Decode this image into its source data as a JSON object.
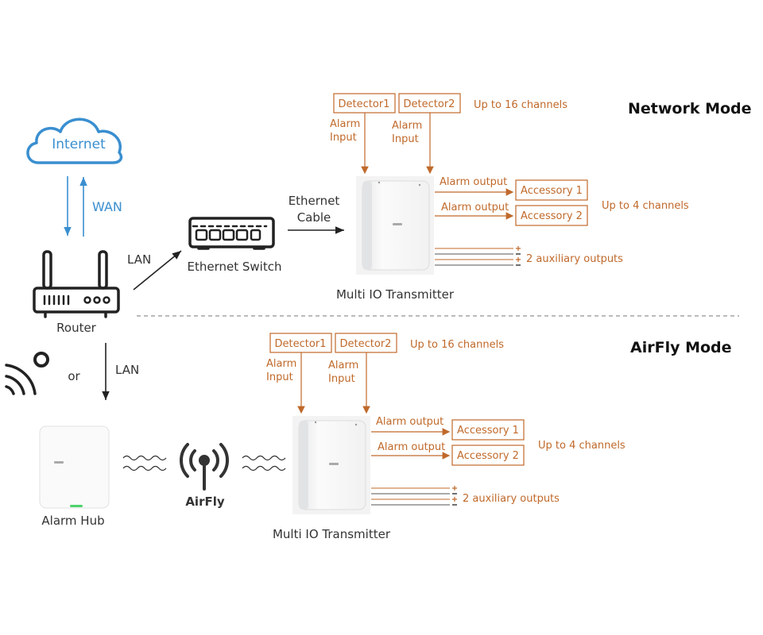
{
  "colors": {
    "accent": "#c0692a",
    "wan": "#3a8fd0",
    "text": "#333333"
  },
  "network": {
    "title": "Network Mode",
    "internet": "Internet",
    "wan": "WAN",
    "router": "Router",
    "lan": "LAN",
    "switch": "Ethernet Switch",
    "cable_line1": "Ethernet",
    "cable_line2": "Cable",
    "detectors": [
      "Detector1",
      "Detector2"
    ],
    "alarm_input_line1": "Alarm",
    "alarm_input_line2": "Input",
    "detector_note": "Up to 16 channels",
    "alarm_output": "Alarm output",
    "accessories": [
      "Accessory 1",
      "Accessory 2"
    ],
    "accessory_note": "Up to 4 channels",
    "aux_note": "2 auxiliary outputs",
    "device": "Multi IO Transmitter"
  },
  "airfly": {
    "title": "AirFly Mode",
    "lan": "LAN",
    "or": "or",
    "hub": "Alarm Hub",
    "airfly": "AirFly",
    "detectors": [
      "Detector1",
      "Detector2"
    ],
    "alarm_input_line1": "Alarm",
    "alarm_input_line2": "Input",
    "detector_note": "Up to 16 channels",
    "alarm_output": "Alarm output",
    "accessories": [
      "Accessory 1",
      "Accessory 2"
    ],
    "accessory_note": "Up to 4 channels",
    "aux_note": "2 auxiliary outputs",
    "device": "Multi IO Transmitter"
  },
  "icons": [
    "cloud-icon",
    "router-icon",
    "ethernet-switch-icon",
    "wireless-signal-icon",
    "airfly-antenna-icon",
    "transmitter-device",
    "alarm-hub-device"
  ]
}
